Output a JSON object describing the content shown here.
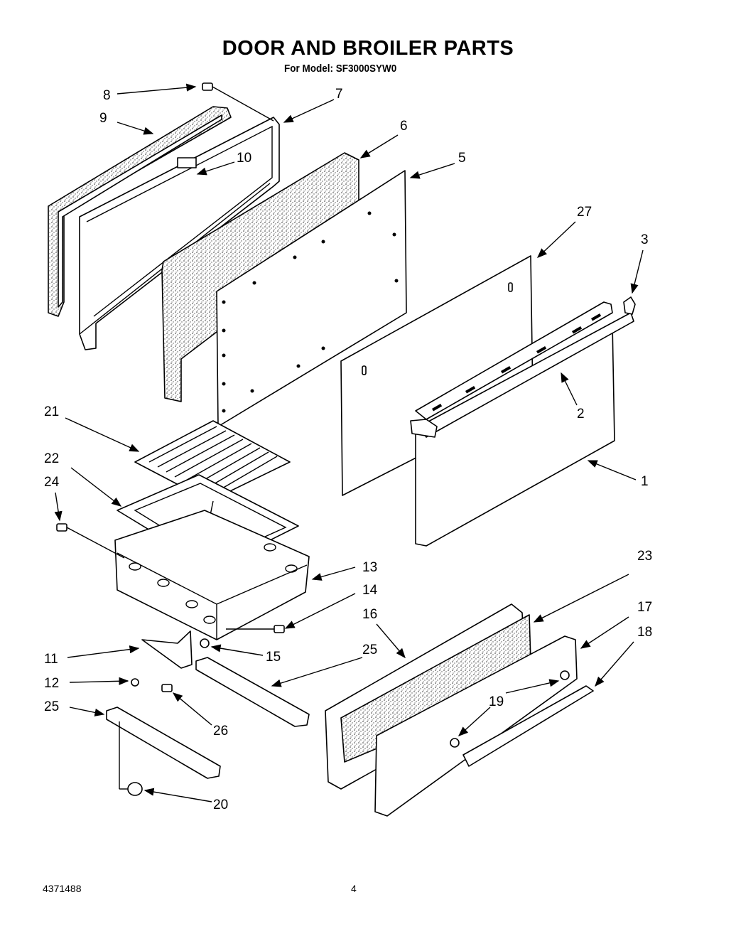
{
  "title": "DOOR AND BROILER PARTS",
  "subtitle": "For Model: SF3000SYW0",
  "document_number": "4371488",
  "page_number": "4",
  "callouts": [
    "8",
    "7",
    "9",
    "6",
    "10",
    "5",
    "27",
    "3",
    "2",
    "1",
    "21",
    "22",
    "24",
    "13",
    "14",
    "16",
    "23",
    "17",
    "18",
    "11",
    "15",
    "12",
    "25",
    "26",
    "19",
    "25",
    "20"
  ]
}
